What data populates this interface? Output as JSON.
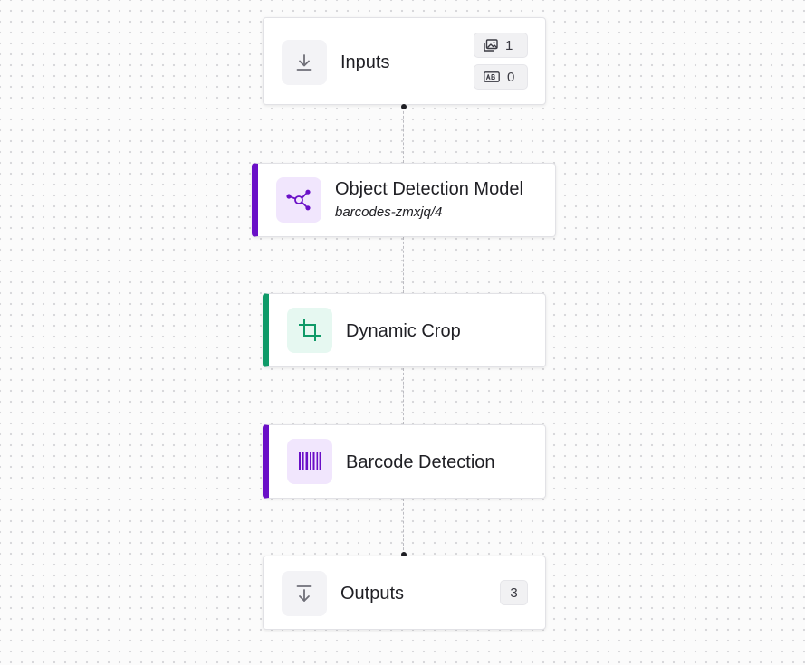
{
  "colors": {
    "model_accent": "#6a0fc7",
    "model_icon_bg": "#f1e6fd",
    "crop_accent": "#0f9a68",
    "crop_icon_bg": "#e6f8f1",
    "io_icon_bg": "#f3f3f6",
    "io_icon_stroke": "#6f6f78"
  },
  "workflow": {
    "inputs": {
      "title": "Inputs",
      "icon": "download-icon",
      "image_count": "1",
      "image_count_icon": "image-icon",
      "parameter_count": "0",
      "parameter_count_icon": "text-field-icon"
    },
    "object_detection": {
      "title": "Object Detection Model",
      "subtitle": "barcodes-zmxjq/4",
      "icon": "model-network-icon"
    },
    "dynamic_crop": {
      "title": "Dynamic Crop",
      "icon": "crop-icon"
    },
    "barcode_detection": {
      "title": "Barcode Detection",
      "icon": "barcode-icon"
    },
    "outputs": {
      "title": "Outputs",
      "icon": "output-arrow-icon",
      "count": "3"
    }
  }
}
